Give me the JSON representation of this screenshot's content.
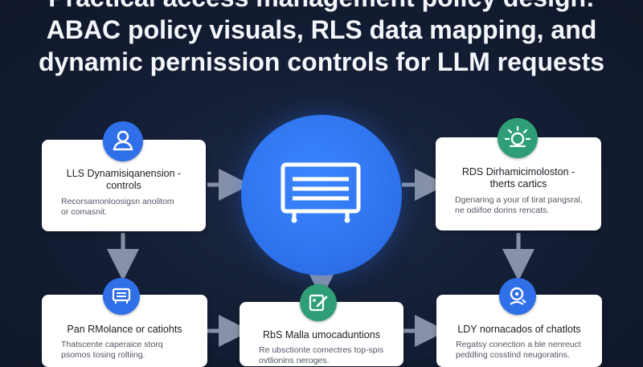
{
  "header": {
    "title_line1": "Practical access management policy design:",
    "title_line2": "ABAC policy visuals, RLS data mapping, and",
    "title_line3": "dynamic pernission controls for LLM requests"
  },
  "cards": {
    "top_left": {
      "title_line1": "LLS Dynamisiqanension -",
      "title_line2": "controls",
      "body_line1": "Recorsamonloosigsn anolitom",
      "body_line2": "or comasnit."
    },
    "top_right": {
      "title_line1": "RDS Dirhamicimoloston -",
      "title_line2": "therts cartics",
      "body_line1": "Dgenaring a your of tirat pangsral,",
      "body_line2": "ne odiifoe dorins rencats."
    },
    "bottom_left": {
      "title_line1": "Pan RMolance or catiohts",
      "body_line1": "Thatscente caperaice storq",
      "body_line2": "psomos tosing roltiing."
    },
    "bottom_center": {
      "title_line1": "RbS Malla umocaduntions",
      "body_line1": "Re ubsctionte comectres top-spis",
      "body_line2": "ovtlionins neroges."
    },
    "bottom_right": {
      "title_line1": "LDY nornacados of chatlots",
      "body_line1": "Regatsy conection a ble nenreuct",
      "body_line2": "peddling cosstind neugoratins."
    }
  },
  "icons": {
    "top_left": "user-icon",
    "top_right": "sun-icon",
    "bottom_left": "cart-icon",
    "bottom_center": "edit-icon",
    "bottom_right": "location-icon",
    "hub": "briefcase-icon"
  },
  "colors": {
    "background": "#131d33",
    "badge_blue": "#2f6fe8",
    "badge_green": "#2f9e76",
    "hub_blue": "#2f74ee",
    "arrow": "#8792a8",
    "card": "#ffffff"
  }
}
